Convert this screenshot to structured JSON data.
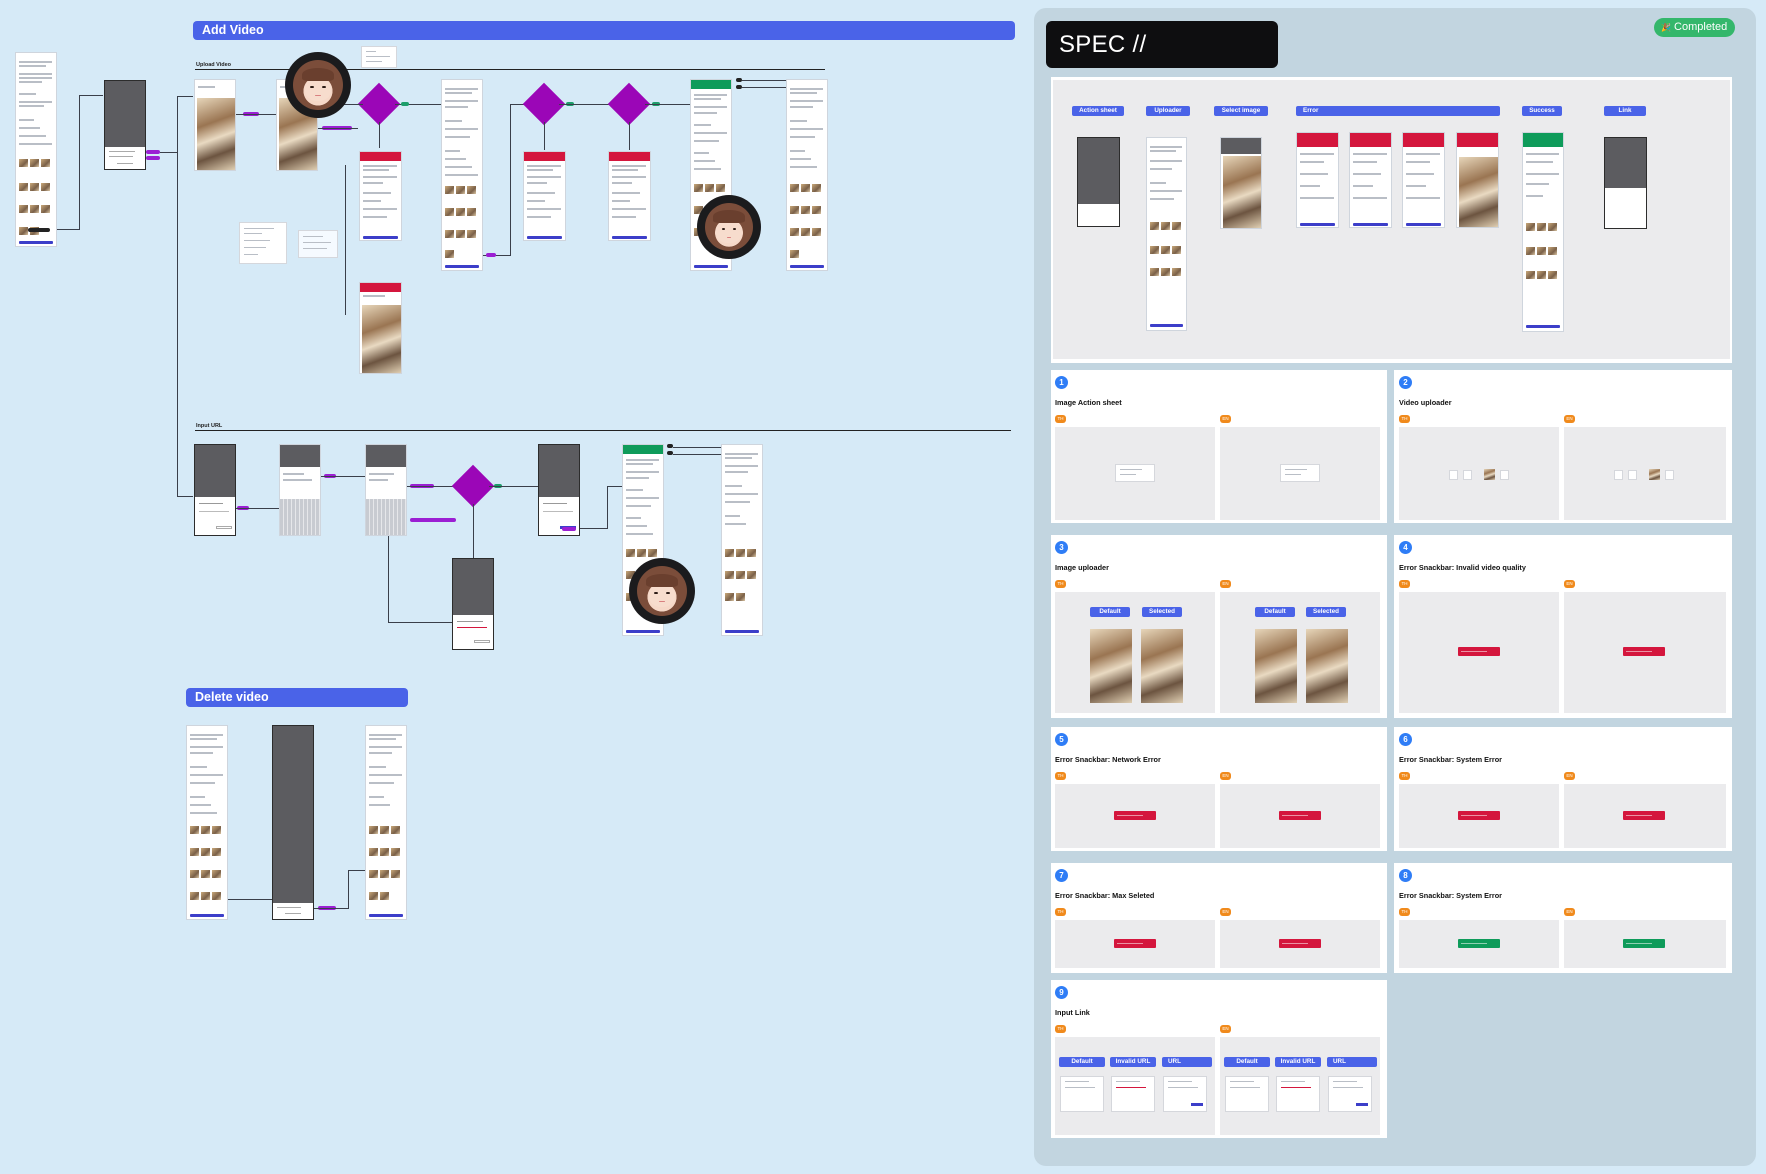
{
  "canvas": {
    "background_color": "#d6eaf7",
    "accent_color": "#4a63e8",
    "decision_color": "#9b06b7",
    "error_color": "#d4163d",
    "success_color": "#0e9b5a"
  },
  "flows": {
    "add_video": {
      "title": "Add Video",
      "sections": [
        {
          "label": "Upload Video"
        },
        {
          "label": "Input URL"
        }
      ]
    },
    "delete_video": {
      "title": "Delete video"
    }
  },
  "spec": {
    "title": "SPEC // LANGUAGE",
    "status_badge": {
      "icon": "party-popper-icon",
      "label": "Completed"
    },
    "overview_tabs": [
      "Action sheet",
      "Uploader",
      "Select image",
      "Error",
      "Success",
      "Link"
    ],
    "cards": [
      {
        "number": "1",
        "title": "Image Action sheet",
        "langs": [
          "TH",
          "EN"
        ]
      },
      {
        "number": "2",
        "title": "Video uploader",
        "langs": [
          "TH",
          "EN"
        ]
      },
      {
        "number": "3",
        "title": "Image uploader",
        "langs": [
          "TH",
          "EN"
        ],
        "state_tags": [
          "Default",
          "Selected"
        ]
      },
      {
        "number": "4",
        "title": "Error Snackbar: Invalid video quality",
        "langs": [
          "TH",
          "EN"
        ]
      },
      {
        "number": "5",
        "title": "Error Snackbar: Network Error",
        "langs": [
          "TH",
          "EN"
        ]
      },
      {
        "number": "6",
        "title": "Error Snackbar: System Error",
        "langs": [
          "TH",
          "EN"
        ]
      },
      {
        "number": "7",
        "title": "Error Snackbar: Max Seleted",
        "langs": [
          "TH",
          "EN"
        ]
      },
      {
        "number": "8",
        "title": "Error Snackbar: System Error",
        "langs": [
          "TH",
          "EN"
        ]
      },
      {
        "number": "9",
        "title": "Input Link",
        "langs": [
          "TH",
          "EN"
        ],
        "state_tags": [
          "Default",
          "Invalid URL",
          "URL"
        ]
      }
    ]
  }
}
